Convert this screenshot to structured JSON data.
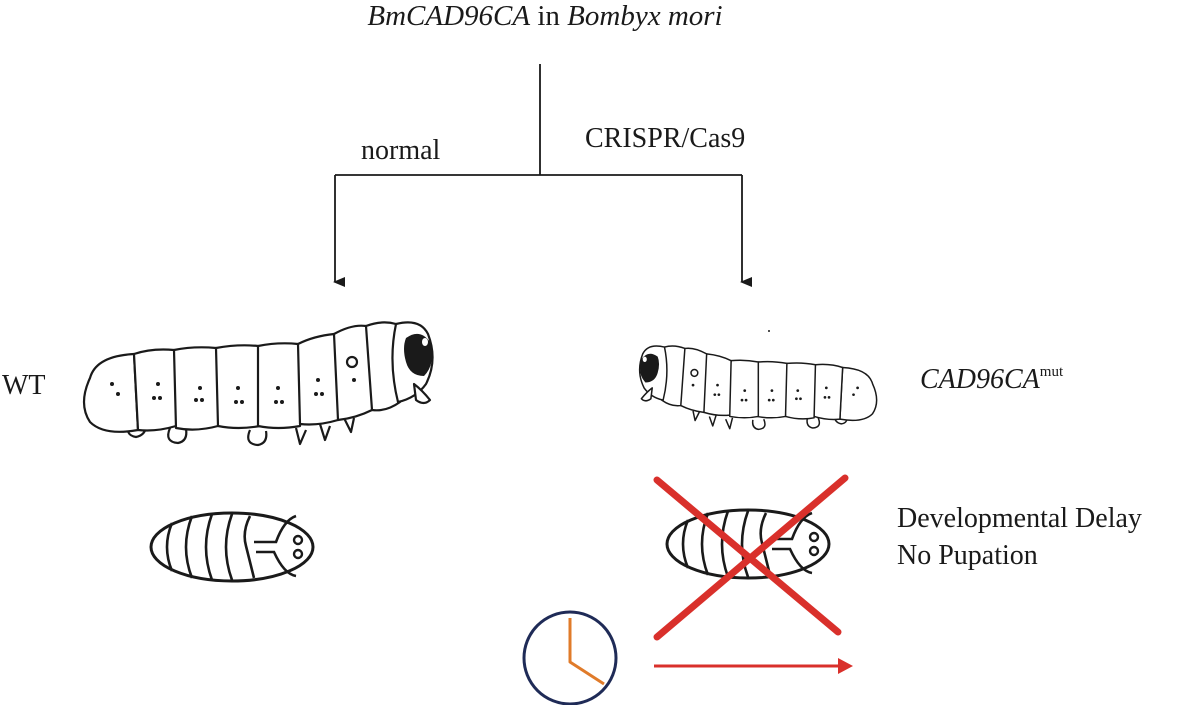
{
  "title": {
    "gene": "BmCAD96CA",
    "connector": "in",
    "species": "Bombyx mori"
  },
  "branches": {
    "left": "normal",
    "right": "CRISPR/Cas9"
  },
  "labels": {
    "wild_type": "WT",
    "mutant_base": "CAD96CA",
    "mutant_superscript": "mut"
  },
  "phenotype": {
    "line1": "Developmental Delay",
    "line2": "No Pupation"
  },
  "colors": {
    "cross": "#d9302b",
    "clock_rim": "#1f2b57",
    "clock_hands": "#e07b2a",
    "arrow": "#d9302b",
    "ink": "#1a1a1a"
  },
  "icons": [
    "silkworm-larva-icon",
    "pupa-icon",
    "clock-icon"
  ]
}
